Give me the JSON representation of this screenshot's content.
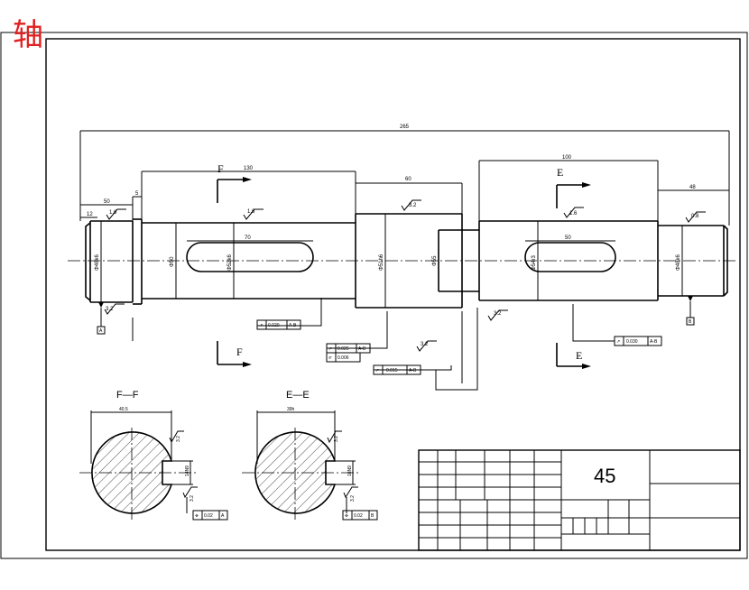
{
  "header": {
    "title_char": "轴",
    "title_color": "#e02020"
  },
  "dimensions": {
    "overall": "265",
    "d50": "50",
    "d5": "5",
    "d130": "130",
    "d60": "60",
    "d100": "100",
    "d48": "48",
    "d12": "12",
    "keyway_f": "70",
    "keyway_e": "50",
    "dia1": "Φ48k6",
    "dia2": "Φ50",
    "dia3": "Φ52k6",
    "dia4": "Φ51h6",
    "dia5": "Φ55",
    "dia6": "Φ54r3",
    "dia7": "Φ48k6"
  },
  "roughness": {
    "r1": "1.6",
    "r2": "1.6",
    "r3": "3.2",
    "r4": "1.6",
    "r5": "0.8",
    "r6": "3.2",
    "r7": "3.2",
    "r8": "3.2"
  },
  "section_marks": {
    "f_top": "F",
    "f_bottom": "F",
    "e_top": "E",
    "e_bottom": "E"
  },
  "tolerances": {
    "t1": {
      "value": "0.020",
      "datum": "A-B"
    },
    "t2": {
      "value": "0.025",
      "datum": "A-B"
    },
    "t3": {
      "value": "0.006",
      "datum": ""
    },
    "t4": {
      "value": "0.015",
      "datum": "A-B"
    },
    "t5": {
      "value": "0.030",
      "datum": "A-B"
    }
  },
  "datums": {
    "a": "A",
    "b": "B"
  },
  "sections": {
    "ff": {
      "title": "F—F",
      "width_dim": "40.5",
      "key_dim": "14N9",
      "rough1": "3.2",
      "rough2": "3.2",
      "sym": "0.02",
      "datum": "A"
    },
    "ee": {
      "title": "E—E",
      "width_dim": "39h",
      "key_dim": "16N9",
      "rough1": "3.2",
      "rough2": "3.2",
      "sym": "0.02",
      "datum": "B"
    }
  },
  "title_block": {
    "material": "45"
  }
}
